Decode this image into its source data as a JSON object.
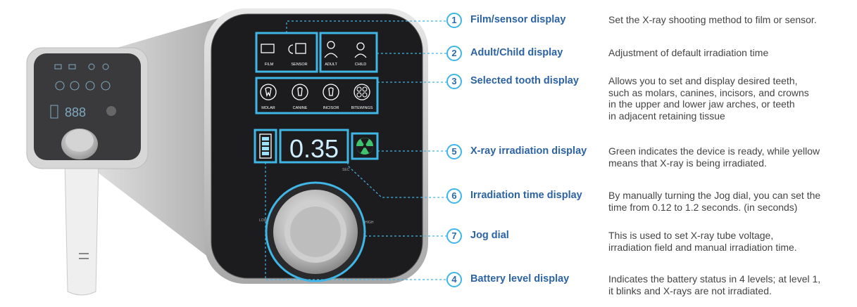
{
  "panel": {
    "mode_labels": [
      "FILM",
      "SENSOR",
      "ADULT",
      "CHILD"
    ],
    "tooth_labels": [
      "MOLAR",
      "CANINE",
      "INCISOR",
      "BITEWINGS"
    ],
    "time_display": "0.35",
    "dial_labels": {
      "top": "SEC",
      "left": "LOW",
      "right": "HIGH"
    }
  },
  "callouts": [
    {
      "number": "1",
      "title": "Film/sensor display",
      "desc": [
        "Set the X-ray shooting method to film or sensor."
      ]
    },
    {
      "number": "2",
      "title": "Adult/Child display",
      "desc": [
        "Adjustment of default irradiation time"
      ]
    },
    {
      "number": "3",
      "title": "Selected tooth display",
      "desc": [
        "Allows you to set and display desired teeth,",
        "such as molars, canines, incisors, and crowns",
        "in the upper and lower jaw arches, or teeth",
        "in adjacent retaining tissue"
      ]
    },
    {
      "number": "5",
      "title": "X-ray irradiation display",
      "desc": [
        "Green indicates the device is ready, while yellow",
        "means that X-ray is being irradiated."
      ]
    },
    {
      "number": "6",
      "title": "Irradiation time display",
      "desc": [
        "By manually turning the Jog dial, you can set the",
        "time from 0.12 to 1.2 seconds. (in seconds)"
      ]
    },
    {
      "number": "7",
      "title": "Jog dial",
      "desc": [
        "This is used to set X-ray tube voltage,",
        "irradiation field and manual irradiation time."
      ]
    },
    {
      "number": "4",
      "title": "Battery level display",
      "desc": [
        "Indicates the battery status in 4 levels; at level 1,",
        "it blinks and X-rays are not irradiated."
      ]
    }
  ],
  "colors": {
    "accent": "#3fb6e6",
    "title": "#2b63a4",
    "panel": "#1c1c1e",
    "ready": "#3ec46d"
  }
}
